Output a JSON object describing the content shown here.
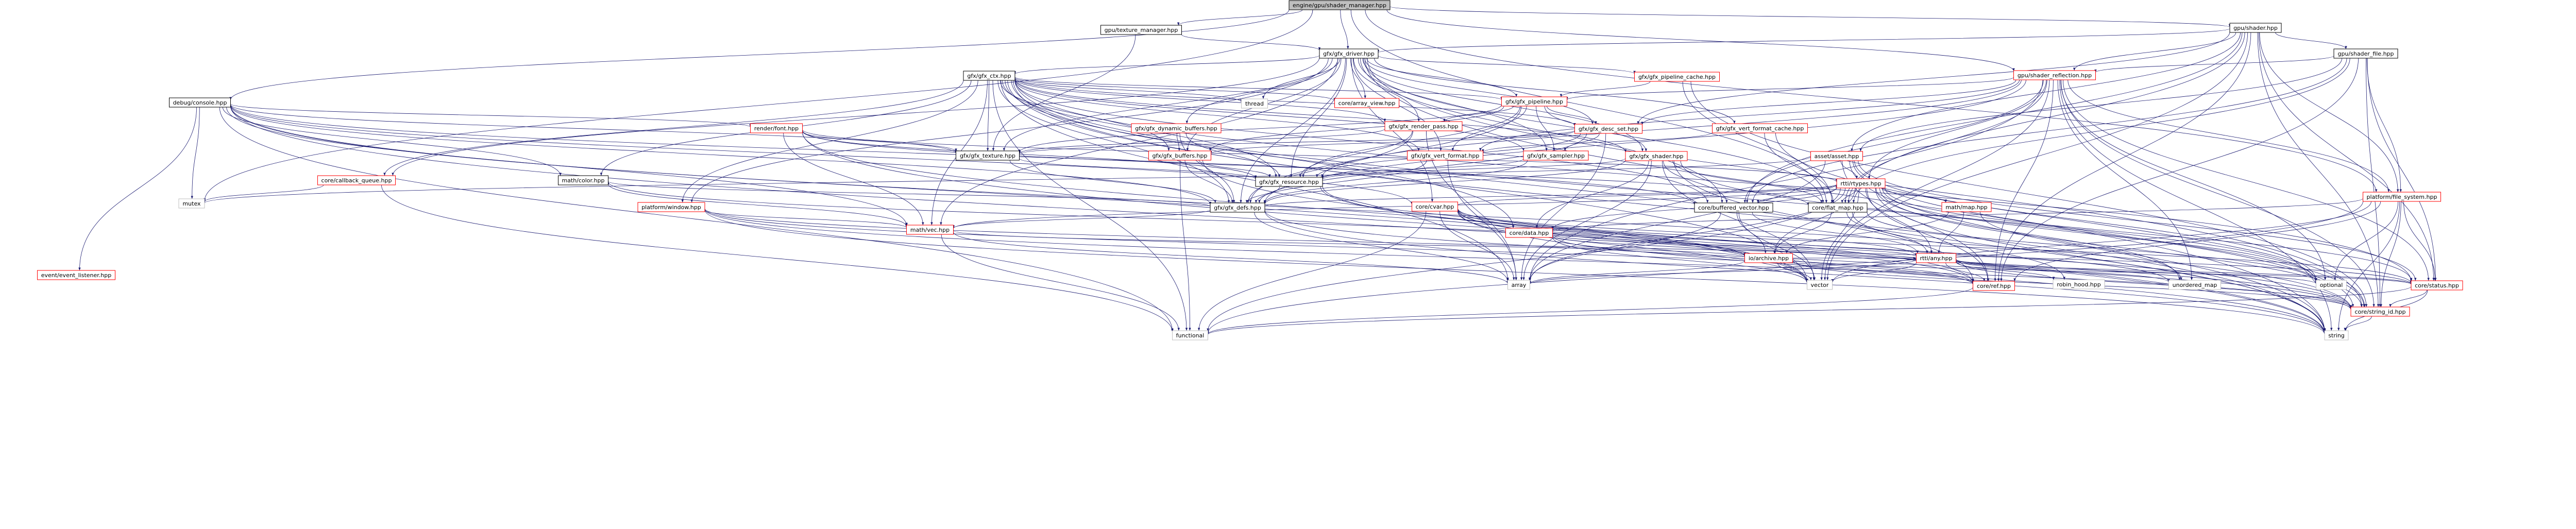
{
  "diagram": {
    "title": "engine/gpu/shader_manager.hpp",
    "nodes": [
      {
        "id": "root",
        "label": "engine/gpu/shader_manager.hpp",
        "style": "root"
      },
      {
        "id": "tm",
        "label": "gpu/texture_manager.hpp",
        "style": "normal"
      },
      {
        "id": "shader",
        "label": "gpu/shader.hpp",
        "style": "normal"
      },
      {
        "id": "driver",
        "label": "gfx/gfx_driver.hpp",
        "style": "normal"
      },
      {
        "id": "shfile",
        "label": "gpu/shader_file.hpp",
        "style": "normal"
      },
      {
        "id": "ctx",
        "label": "gfx/gfx_ctx.hpp",
        "style": "normal"
      },
      {
        "id": "pcache",
        "label": "gfx/gfx_pipeline_cache.hpp",
        "style": "red"
      },
      {
        "id": "refl",
        "label": "gpu/shader_reflection.hpp",
        "style": "red"
      },
      {
        "id": "thread",
        "label": "thread",
        "style": "sys"
      },
      {
        "id": "arrview",
        "label": "core/array_view.hpp",
        "style": "red"
      },
      {
        "id": "pipe",
        "label": "gfx/gfx_pipeline.hpp",
        "style": "red"
      },
      {
        "id": "dbgcon",
        "label": "debug/console.hpp",
        "style": "normal"
      },
      {
        "id": "rpass",
        "label": "gfx/gfx_render_pass.hpp",
        "style": "red"
      },
      {
        "id": "dynbuf",
        "label": "gfx/gfx_dynamic_buffers.hpp",
        "style": "red"
      },
      {
        "id": "vcache",
        "label": "gfx/gfx_vert_format_cache.hpp",
        "style": "red"
      },
      {
        "id": "dset",
        "label": "gfx/gfx_desc_set.hpp",
        "style": "red"
      },
      {
        "id": "rfont",
        "label": "render/font.hpp",
        "style": "red"
      },
      {
        "id": "gshader",
        "label": "gfx/gfx_shader.hpp",
        "style": "red"
      },
      {
        "id": "buffers",
        "label": "gfx/gfx_buffers.hpp",
        "style": "red"
      },
      {
        "id": "tex",
        "label": "gfx/gfx_texture.hpp",
        "style": "normal"
      },
      {
        "id": "vfmt",
        "label": "gfx/gfx_vert_format.hpp",
        "style": "red"
      },
      {
        "id": "sampler",
        "label": "gfx/gfx_sampler.hpp",
        "style": "red"
      },
      {
        "id": "asset",
        "label": "asset/asset.hpp",
        "style": "red"
      },
      {
        "id": "color",
        "label": "math/color.hpp",
        "style": "normal"
      },
      {
        "id": "cbq",
        "label": "core/callback_queue.hpp",
        "style": "red"
      },
      {
        "id": "res",
        "label": "gfx/gfx_resource.hpp",
        "style": "normal"
      },
      {
        "id": "fs",
        "label": "platform/file_system.hpp",
        "style": "red"
      },
      {
        "id": "mutex",
        "label": "mutex",
        "style": "sys"
      },
      {
        "id": "pwin",
        "label": "platform/window.hpp",
        "style": "red"
      },
      {
        "id": "defs",
        "label": "gfx/gfx_defs.hpp",
        "style": "normal"
      },
      {
        "id": "cvar",
        "label": "core/cvar.hpp",
        "style": "red"
      },
      {
        "id": "bvec",
        "label": "core/buffered_vector.hpp",
        "style": "normal"
      },
      {
        "id": "flatmap",
        "label": "core/flat_map.hpp",
        "style": "normal"
      },
      {
        "id": "mmap",
        "label": "math/map.hpp",
        "style": "red"
      },
      {
        "id": "rtypes",
        "label": "rtti/rtypes.hpp",
        "style": "red"
      },
      {
        "id": "mvec",
        "label": "math/vec.hpp",
        "style": "red"
      },
      {
        "id": "cdata",
        "label": "core/data.hpp",
        "style": "red"
      },
      {
        "id": "evl",
        "label": "event/event_listener.hpp",
        "style": "red"
      },
      {
        "id": "rarch",
        "label": "io/archive.hpp",
        "style": "red"
      },
      {
        "id": "any",
        "label": "rtti/any.hpp",
        "style": "red"
      },
      {
        "id": "array",
        "label": "array",
        "style": "sys"
      },
      {
        "id": "vector",
        "label": "vector",
        "style": "sys"
      },
      {
        "id": "cref",
        "label": "core/ref.hpp",
        "style": "red"
      },
      {
        "id": "robin",
        "label": "robin_hood.hpp",
        "style": "sys"
      },
      {
        "id": "umap",
        "label": "unordered_map",
        "style": "sys"
      },
      {
        "id": "optional",
        "label": "optional",
        "style": "sys"
      },
      {
        "id": "status",
        "label": "core/status.hpp",
        "style": "red"
      },
      {
        "id": "strid",
        "label": "core/string_id.hpp",
        "style": "red"
      },
      {
        "id": "functional",
        "label": "functional",
        "style": "sys"
      },
      {
        "id": "string",
        "label": "string",
        "style": "sys"
      }
    ],
    "edges": [
      [
        "root",
        "tm"
      ],
      [
        "root",
        "driver"
      ],
      [
        "root",
        "shader"
      ],
      [
        "root",
        "dbgcon"
      ],
      [
        "root",
        "mutex"
      ],
      [
        "root",
        "refl"
      ],
      [
        "root",
        "fs"
      ],
      [
        "root",
        "flatmap"
      ],
      [
        "tm",
        "driver"
      ],
      [
        "tm",
        "tex"
      ],
      [
        "shader",
        "shfile"
      ],
      [
        "shader",
        "refl"
      ],
      [
        "shader",
        "driver"
      ],
      [
        "shader",
        "fs"
      ],
      [
        "shader",
        "asset"
      ],
      [
        "shader",
        "flatmap"
      ],
      [
        "shader",
        "bvec"
      ],
      [
        "shader",
        "strid"
      ],
      [
        "shader",
        "status"
      ],
      [
        "shader",
        "cref"
      ],
      [
        "shader",
        "vector"
      ],
      [
        "shader",
        "dset"
      ],
      [
        "shfile",
        "refl"
      ],
      [
        "shfile",
        "fs"
      ],
      [
        "shfile",
        "status"
      ],
      [
        "shfile",
        "strid"
      ],
      [
        "shfile",
        "flatmap"
      ],
      [
        "shfile",
        "bvec"
      ],
      [
        "shfile",
        "cref"
      ],
      [
        "shfile",
        "asset"
      ],
      [
        "driver",
        "ctx"
      ],
      [
        "driver",
        "pcache"
      ],
      [
        "driver",
        "thread"
      ],
      [
        "driver",
        "arrview"
      ],
      [
        "driver",
        "pipe"
      ],
      [
        "driver",
        "rpass"
      ],
      [
        "driver",
        "dynbuf"
      ],
      [
        "driver",
        "vcache"
      ],
      [
        "driver",
        "dset"
      ],
      [
        "driver",
        "gshader"
      ],
      [
        "driver",
        "buffers"
      ],
      [
        "driver",
        "tex"
      ],
      [
        "driver",
        "vfmt"
      ],
      [
        "driver",
        "sampler"
      ],
      [
        "driver",
        "res"
      ],
      [
        "driver",
        "defs"
      ],
      [
        "driver",
        "cvar"
      ],
      [
        "driver",
        "mvec"
      ],
      [
        "driver",
        "cbq"
      ],
      [
        "driver",
        "pwin"
      ],
      [
        "driver",
        "bvec"
      ],
      [
        "driver",
        "flatmap"
      ],
      [
        "driver",
        "strid"
      ],
      [
        "driver",
        "string"
      ],
      [
        "ctx",
        "thread"
      ],
      [
        "ctx",
        "arrview"
      ],
      [
        "ctx",
        "pipe"
      ],
      [
        "ctx",
        "rpass"
      ],
      [
        "ctx",
        "dset"
      ],
      [
        "ctx",
        "gshader"
      ],
      [
        "ctx",
        "tex"
      ],
      [
        "ctx",
        "vfmt"
      ],
      [
        "ctx",
        "sampler"
      ],
      [
        "ctx",
        "res"
      ],
      [
        "ctx",
        "defs"
      ],
      [
        "ctx",
        "buffers"
      ],
      [
        "ctx",
        "color"
      ],
      [
        "ctx",
        "cbq"
      ],
      [
        "ctx",
        "pwin"
      ],
      [
        "ctx",
        "mvec"
      ],
      [
        "ctx",
        "cdata"
      ],
      [
        "ctx",
        "vector"
      ],
      [
        "ctx",
        "array"
      ],
      [
        "ctx",
        "string"
      ],
      [
        "ctx",
        "strid"
      ],
      [
        "ctx",
        "functional"
      ],
      [
        "ctx",
        "cref"
      ],
      [
        "ctx",
        "status"
      ],
      [
        "ctx",
        "bvec"
      ],
      [
        "pcache",
        "pipe"
      ],
      [
        "pcache",
        "flatmap"
      ],
      [
        "pcache",
        "strid"
      ],
      [
        "refl",
        "pipe"
      ],
      [
        "refl",
        "dset"
      ],
      [
        "refl",
        "rtypes"
      ],
      [
        "refl",
        "vfmt"
      ],
      [
        "refl",
        "fs"
      ],
      [
        "refl",
        "status"
      ],
      [
        "refl",
        "strid"
      ],
      [
        "refl",
        "flatmap"
      ],
      [
        "refl",
        "bvec"
      ],
      [
        "refl",
        "cref"
      ],
      [
        "refl",
        "string"
      ],
      [
        "refl",
        "optional"
      ],
      [
        "refl",
        "array"
      ],
      [
        "refl",
        "vector"
      ],
      [
        "refl",
        "defs"
      ],
      [
        "refl",
        "res"
      ],
      [
        "refl",
        "umap"
      ],
      [
        "pipe",
        "rpass"
      ],
      [
        "pipe",
        "dset"
      ],
      [
        "pipe",
        "gshader"
      ],
      [
        "pipe",
        "vfmt"
      ],
      [
        "pipe",
        "tex"
      ],
      [
        "pipe",
        "sampler"
      ],
      [
        "pipe",
        "buffers"
      ],
      [
        "pipe",
        "res"
      ],
      [
        "pipe",
        "defs"
      ],
      [
        "dbgcon",
        "rfont"
      ],
      [
        "dbgcon",
        "color"
      ],
      [
        "dbgcon",
        "mvec"
      ],
      [
        "dbgcon",
        "cvar"
      ],
      [
        "dbgcon",
        "evl"
      ],
      [
        "dbgcon",
        "functional"
      ],
      [
        "dbgcon",
        "string"
      ],
      [
        "dbgcon",
        "vector"
      ],
      [
        "dbgcon",
        "mutex"
      ],
      [
        "dbgcon",
        "strid"
      ],
      [
        "dbgcon",
        "tex"
      ],
      [
        "dbgcon",
        "defs"
      ],
      [
        "dbgcon",
        "bvec"
      ],
      [
        "rpass",
        "tex"
      ],
      [
        "rpass",
        "res"
      ],
      [
        "rpass",
        "defs"
      ],
      [
        "rpass",
        "array"
      ],
      [
        "dynbuf",
        "buffers"
      ],
      [
        "dynbuf",
        "res"
      ],
      [
        "dynbuf",
        "defs"
      ],
      [
        "vcache",
        "vfmt"
      ],
      [
        "vcache",
        "flatmap"
      ],
      [
        "vcache",
        "strid"
      ],
      [
        "dset",
        "buffers"
      ],
      [
        "dset",
        "tex"
      ],
      [
        "dset",
        "sampler"
      ],
      [
        "dset",
        "res"
      ],
      [
        "dset",
        "defs"
      ],
      [
        "dset",
        "array"
      ],
      [
        "rfont",
        "tex"
      ],
      [
        "rfont",
        "res"
      ],
      [
        "rfont",
        "mvec"
      ],
      [
        "rfont",
        "rtypes"
      ],
      [
        "rfont",
        "flatmap"
      ],
      [
        "rfont",
        "vector"
      ],
      [
        "rfont",
        "string"
      ],
      [
        "gshader",
        "res"
      ],
      [
        "gshader",
        "defs"
      ],
      [
        "gshader",
        "bvec"
      ],
      [
        "gshader",
        "flatmap"
      ],
      [
        "gshader",
        "array"
      ],
      [
        "gshader",
        "vector"
      ],
      [
        "gshader",
        "string"
      ],
      [
        "gshader",
        "optional"
      ],
      [
        "gshader",
        "cdata"
      ],
      [
        "buffers",
        "res"
      ],
      [
        "buffers",
        "defs"
      ],
      [
        "buffers",
        "vector"
      ],
      [
        "buffers",
        "functional"
      ],
      [
        "tex",
        "res"
      ],
      [
        "tex",
        "defs"
      ],
      [
        "vfmt",
        "defs"
      ],
      [
        "vfmt",
        "array"
      ],
      [
        "sampler",
        "res"
      ],
      [
        "sampler",
        "defs"
      ],
      [
        "asset",
        "rtypes"
      ],
      [
        "asset",
        "strid"
      ],
      [
        "asset",
        "status"
      ],
      [
        "asset",
        "cref"
      ],
      [
        "asset",
        "string"
      ],
      [
        "asset",
        "optional"
      ],
      [
        "asset",
        "mutex"
      ],
      [
        "asset",
        "array"
      ],
      [
        "color",
        "mvec"
      ],
      [
        "color",
        "rarch"
      ],
      [
        "cbq",
        "functional"
      ],
      [
        "cbq",
        "mutex"
      ],
      [
        "res",
        "defs"
      ],
      [
        "res",
        "cref"
      ],
      [
        "res",
        "strid"
      ],
      [
        "fs",
        "status"
      ],
      [
        "fs",
        "strid"
      ],
      [
        "fs",
        "cref"
      ],
      [
        "fs",
        "string"
      ],
      [
        "fs",
        "optional"
      ],
      [
        "fs",
        "vector"
      ],
      [
        "fs",
        "functional"
      ],
      [
        "fs",
        "cdata"
      ],
      [
        "pwin",
        "mvec"
      ],
      [
        "pwin",
        "status"
      ],
      [
        "pwin",
        "string"
      ],
      [
        "pwin",
        "strid"
      ],
      [
        "pwin",
        "cref"
      ],
      [
        "defs",
        "mvec"
      ],
      [
        "defs",
        "color"
      ],
      [
        "defs",
        "rtypes"
      ],
      [
        "defs",
        "array"
      ],
      [
        "defs",
        "string"
      ],
      [
        "defs",
        "strid"
      ],
      [
        "cvar",
        "rtypes"
      ],
      [
        "cvar",
        "string"
      ],
      [
        "cvar",
        "strid"
      ],
      [
        "cvar",
        "functional"
      ],
      [
        "cvar",
        "vector"
      ],
      [
        "cvar",
        "array"
      ],
      [
        "cvar",
        "status"
      ],
      [
        "cvar",
        "cref"
      ],
      [
        "cvar",
        "umap"
      ],
      [
        "cvar",
        "any"
      ],
      [
        "bvec",
        "vector"
      ],
      [
        "bvec",
        "array"
      ],
      [
        "bvec",
        "rarch"
      ],
      [
        "bvec",
        "any"
      ],
      [
        "flatmap",
        "robin"
      ],
      [
        "flatmap",
        "rarch"
      ],
      [
        "flatmap",
        "any"
      ],
      [
        "flatmap",
        "optional"
      ],
      [
        "mmap",
        "umap"
      ],
      [
        "mmap",
        "any"
      ],
      [
        "mmap",
        "rarch"
      ],
      [
        "rtypes",
        "mvec"
      ],
      [
        "rtypes",
        "rarch"
      ],
      [
        "rtypes",
        "any"
      ],
      [
        "rtypes",
        "cref"
      ],
      [
        "rtypes",
        "status"
      ],
      [
        "rtypes",
        "strid"
      ],
      [
        "rtypes",
        "string"
      ],
      [
        "rtypes",
        "optional"
      ],
      [
        "rtypes",
        "umap"
      ],
      [
        "rtypes",
        "array"
      ],
      [
        "rtypes",
        "vector"
      ],
      [
        "rtypes",
        "functional"
      ],
      [
        "rtypes",
        "mmap"
      ],
      [
        "rtypes",
        "bvec"
      ],
      [
        "rtypes",
        "flatmap"
      ],
      [
        "rtypes",
        "cdata"
      ],
      [
        "mvec",
        "rarch"
      ],
      [
        "mvec",
        "array"
      ],
      [
        "mvec",
        "functional"
      ],
      [
        "cdata",
        "rarch"
      ],
      [
        "cdata",
        "any"
      ],
      [
        "cdata",
        "vector"
      ],
      [
        "cdata",
        "cref"
      ],
      [
        "rarch",
        "any"
      ],
      [
        "rarch",
        "cref"
      ],
      [
        "rarch",
        "array"
      ],
      [
        "rarch",
        "vector"
      ],
      [
        "rarch",
        "strid"
      ],
      [
        "rarch",
        "status"
      ],
      [
        "any",
        "cref"
      ],
      [
        "any",
        "strid"
      ],
      [
        "any",
        "robin"
      ],
      [
        "any",
        "umap"
      ],
      [
        "any",
        "optional"
      ],
      [
        "any",
        "vector"
      ],
      [
        "any",
        "array"
      ],
      [
        "any",
        "status"
      ],
      [
        "cref",
        "functional"
      ],
      [
        "status",
        "string"
      ],
      [
        "status",
        "strid"
      ],
      [
        "status",
        "functional"
      ],
      [
        "strid",
        "string"
      ]
    ]
  },
  "colors": {
    "root_fill": "#bfbfbf",
    "node_fill": "#ffffff",
    "node_border": "#000000",
    "red_border": "#ff0000",
    "sys_border": "#bfbfbf",
    "edge": "#191970"
  }
}
